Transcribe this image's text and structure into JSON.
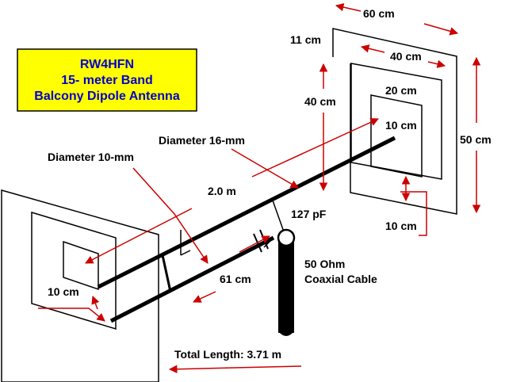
{
  "title": {
    "line1": "RW4HFN",
    "line2": "15- meter Band",
    "line3": "Balcony Dipole Antenna",
    "bg_color": "#ffff00",
    "text_color": "#0000cc"
  },
  "colors": {
    "dimension_arrow": "#cc0000",
    "line": "#000000"
  },
  "labels": {
    "top_width": "60 cm",
    "top_gap": "11 cm",
    "mid_width": "40 cm",
    "left_height": "40 cm",
    "inner_width": "20 cm",
    "inner_gap": "10 cm",
    "right_height": "50 cm",
    "diameter_16": "Diameter 16-mm",
    "diameter_10": "Diameter 10-mm",
    "arm_length": "2.0 m",
    "capacitor": "127 pF",
    "bottom_gap": "10 cm",
    "feed_length": "61 cm",
    "cable_line1": "50 Ohm",
    "cable_line2": "Coaxial Cable",
    "left_gap": "10 cm",
    "total_length": "Total Length: 3.71 m"
  }
}
